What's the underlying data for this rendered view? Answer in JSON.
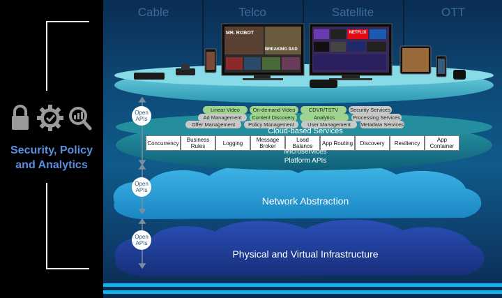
{
  "columns": [
    "Cable",
    "Telco",
    "Satellite",
    "OTT"
  ],
  "security_label": "Security, Policy and Analytics",
  "security_icons": [
    "lock-icon",
    "gear-check-icon",
    "magnifier-analytics-icon"
  ],
  "open_apis": "Open APIs",
  "services_pills": [
    {
      "text": "Linear Video",
      "style": "green"
    },
    {
      "text": "On-demand Video",
      "style": "green"
    },
    {
      "text": "CDVR/TSTV",
      "style": "green"
    },
    {
      "text": "Security Services",
      "style": "grey"
    },
    {
      "text": "Ad Management",
      "style": "grey"
    },
    {
      "text": "Content Discovery",
      "style": "green"
    },
    {
      "text": "Analytics",
      "style": "green"
    },
    {
      "text": "Processing Services",
      "style": "grey"
    },
    {
      "text": "Offer Management",
      "style": "grey"
    },
    {
      "text": "Policy Management",
      "style": "grey"
    },
    {
      "text": "User Management",
      "style": "grey"
    },
    {
      "text": "Metadata Services",
      "style": "grey"
    }
  ],
  "cloud_services_label": "Cloud-based Services",
  "microservices": [
    "Concurrency",
    "Business Rules",
    "Logging",
    "Message Broker",
    "Load Balance",
    "App Routing",
    "Discovery",
    "Resiliency",
    "App Container"
  ],
  "microservices_label": "Microservices",
  "platform_apis_label": "Platform APIs",
  "network_label": "Network Abstraction",
  "infrastructure_label": "Physical and Virtual Infrastructure",
  "tv_screens": {
    "tv1_title": "MR. ROBOT",
    "tv1_subtitle": "BREAKING BAD",
    "tv2_brand": "NETFLIX"
  },
  "colors": {
    "device_disc": "#58c3d6",
    "services_disc": "#1c7f8e",
    "network_cloud": "#2aa3d8",
    "infra_cloud": "#1d3e9a",
    "green_pill": "#9ed48d"
  }
}
